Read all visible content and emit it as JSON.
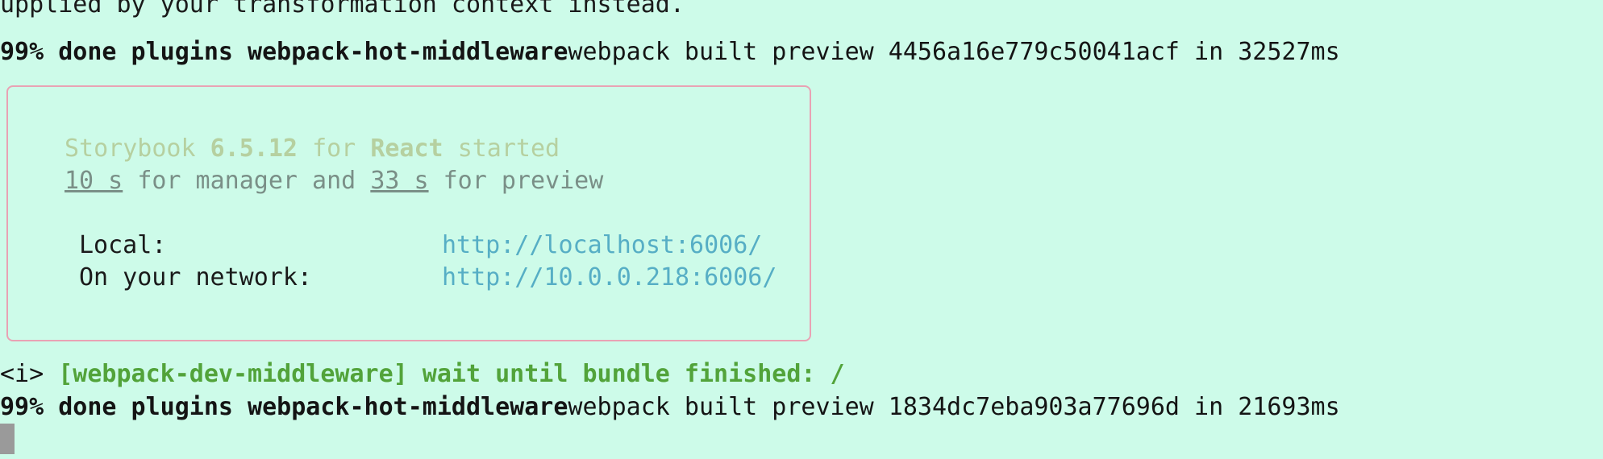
{
  "terminal": {
    "clipped_line": "upplied by your transformation context instead.",
    "build1": {
      "prefix": "99% done plugins webpack-hot-middleware",
      "message": "webpack built preview 4456a16e779c50041acf in 32527ms"
    },
    "banner": {
      "word_storybook": "Storybook",
      "version": "6.5.12",
      "word_for": "for",
      "framework": "React",
      "word_started": "started",
      "manager_time": "10 s",
      "manager_text": "for manager and",
      "preview_time": "33 s",
      "preview_text": "for preview",
      "local_label": "Local:",
      "local_url": "http://localhost:6006/",
      "network_label": "On your network:",
      "network_url": "http://10.0.0.218:6006/"
    },
    "info_tag": "<i>",
    "info_message": "[webpack-dev-middleware] wait until bundle finished: /",
    "build2": {
      "prefix": "99% done plugins webpack-hot-middleware",
      "message": "webpack built preview 1834dc7eba903a77696d in 21693ms"
    }
  }
}
